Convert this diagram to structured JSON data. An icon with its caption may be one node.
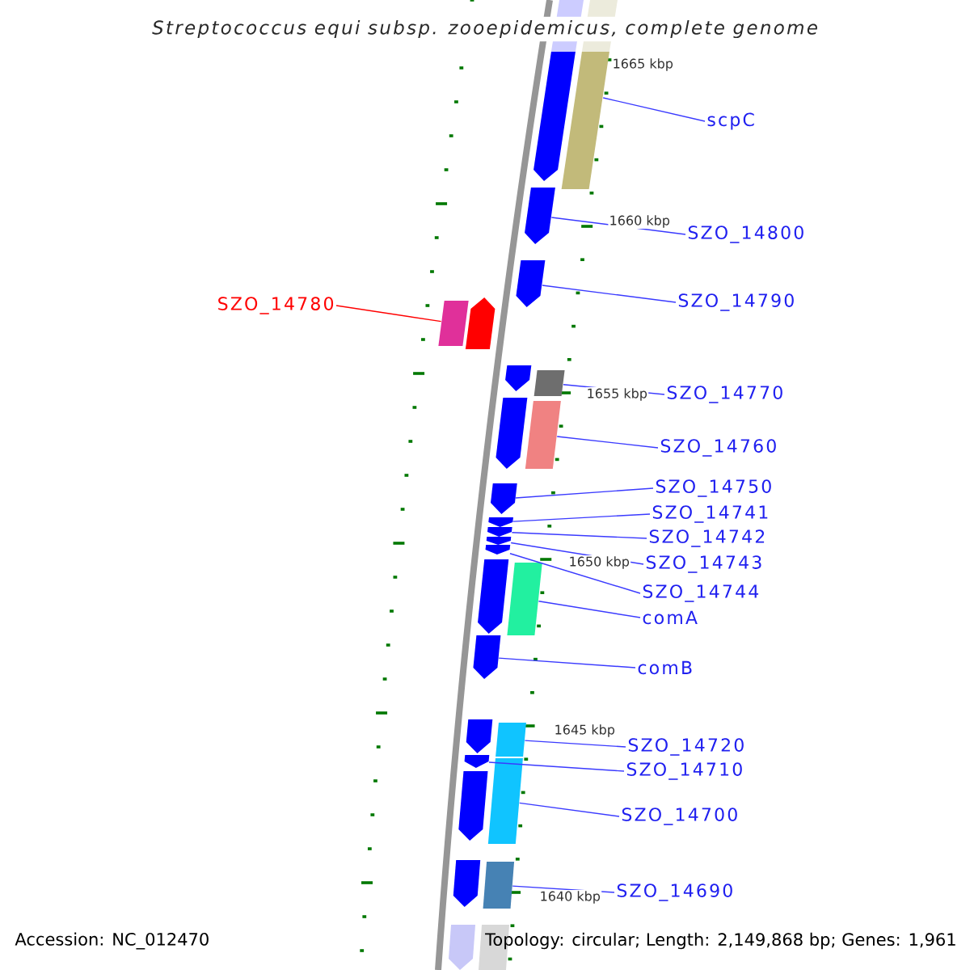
{
  "diagram": {
    "title": "Streptococcus equi subsp. zooepidemicus, complete genome",
    "nodes": [
      {
        "text": [
          "scpC"
        ]
      },
      {
        "text": [
          "SZO_14800"
        ]
      },
      {
        "text": [
          "SZO_14790"
        ]
      },
      {
        "text": [
          "SZO_14780"
        ]
      },
      {
        "text": [
          "SZO_14770"
        ]
      },
      {
        "text": [
          "SZO_14760"
        ]
      },
      {
        "text": [
          "SZO_14750"
        ]
      },
      {
        "text": [
          "SZO_14741"
        ]
      },
      {
        "text": [
          "SZO_14742"
        ]
      },
      {
        "text": [
          "SZO_14743"
        ]
      },
      {
        "text": [
          "SZO_14744"
        ]
      },
      {
        "text": [
          "comA"
        ]
      },
      {
        "text": [
          "comB"
        ]
      },
      {
        "text": [
          "SZO_14720"
        ]
      },
      {
        "text": [
          "SZO_14710"
        ]
      },
      {
        "text": [
          "SZO_14700"
        ]
      },
      {
        "text": [
          "SZO_14690"
        ]
      },
      {
        "text": [],
        "shape": "pentagon"
      },
      {
        "text": [],
        "shape": "box"
      },
      {
        "text": [],
        "shape": "pentagon"
      },
      {
        "text": [],
        "shape": "pentagon"
      },
      {
        "text": [],
        "shape": "box"
      },
      {
        "text": [],
        "shape": "pentagon"
      },
      {
        "text": [],
        "shape": "pentagon"
      },
      {
        "text": [],
        "shape": "box"
      },
      {
        "text": [],
        "shape": "pentagon"
      },
      {
        "text": [],
        "shape": "box"
      },
      {
        "text": [],
        "shape": "pentagon"
      },
      {
        "text": [],
        "shape": "pentagon"
      },
      {
        "text": [],
        "shape": "pentagon"
      },
      {
        "text": [],
        "shape": "pentagon"
      },
      {
        "text": [],
        "shape": "pentagon"
      },
      {
        "text": [],
        "shape": "pentagon"
      },
      {
        "text": [],
        "shape": "box"
      },
      {
        "text": [],
        "shape": "pentagon"
      },
      {
        "text": [],
        "shape": "pentagon"
      },
      {
        "text": [],
        "shape": "box"
      },
      {
        "text": [],
        "shape": "pentagon"
      },
      {
        "text": [],
        "shape": "pentagon"
      },
      {
        "text": [],
        "shape": "box"
      },
      {
        "text": [],
        "shape": "pentagon"
      },
      {
        "text": [],
        "shape": "box"
      },
      {
        "text": [],
        "shape": "pentagon"
      },
      {
        "text": [],
        "shape": "box"
      }
    ],
    "edges": [
      {
        "from": 0,
        "to": 18,
        "arrow": "none"
      },
      {
        "from": 1,
        "to": 19,
        "arrow": "none"
      },
      {
        "from": 2,
        "to": 20,
        "arrow": "none"
      },
      {
        "from": 3,
        "to": 21,
        "arrow": "none",
        "color": "#ff0000"
      },
      {
        "from": 4,
        "to": 24,
        "arrow": "none"
      },
      {
        "from": 5,
        "to": 26,
        "arrow": "none"
      },
      {
        "from": 6,
        "to": 27,
        "arrow": "none"
      },
      {
        "from": 7,
        "to": 28,
        "arrow": "none"
      },
      {
        "from": 8,
        "to": 29,
        "arrow": "none"
      },
      {
        "from": 9,
        "to": 30,
        "arrow": "none"
      },
      {
        "from": 10,
        "to": 31,
        "arrow": "none"
      },
      {
        "from": 11,
        "to": 33,
        "arrow": "none"
      },
      {
        "from": 12,
        "to": 34,
        "arrow": "none"
      },
      {
        "from": 13,
        "to": 36,
        "arrow": "none"
      },
      {
        "from": 14,
        "to": 37,
        "arrow": "none"
      },
      {
        "from": 15,
        "to": 39,
        "arrow": "none"
      },
      {
        "from": 16,
        "to": 41,
        "arrow": "none"
      }
    ],
    "labels": [
      "1665 kbp",
      "1660 kbp",
      "1655 kbp",
      "1650 kbp",
      "1645 kbp",
      "1640 kbp",
      "Accession: NC_012470",
      "Topology: circular; Length: 2,149,868 bp; Genes: 1,961"
    ]
  }
}
